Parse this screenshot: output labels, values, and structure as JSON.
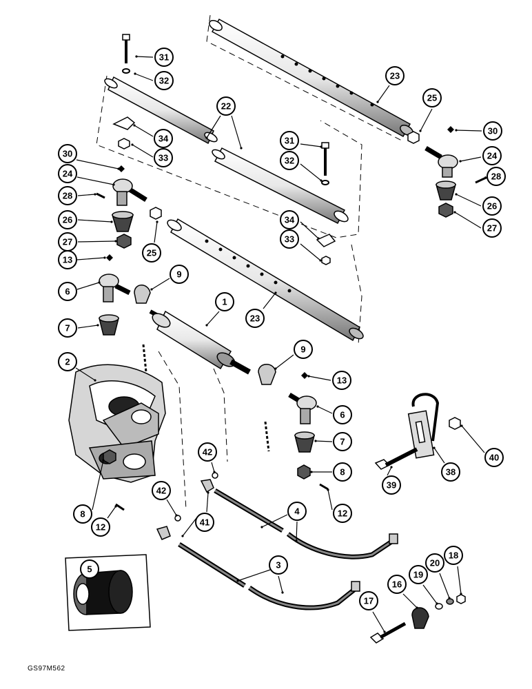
{
  "figure_code": "GS97M562",
  "callouts": [
    {
      "id": "c31a",
      "label": "31"
    },
    {
      "id": "c32a",
      "label": "32"
    },
    {
      "id": "c23a",
      "label": "23"
    },
    {
      "id": "c22",
      "label": "22"
    },
    {
      "id": "c25a",
      "label": "25"
    },
    {
      "id": "c30a",
      "label": "30"
    },
    {
      "id": "c34a",
      "label": "34"
    },
    {
      "id": "c33a",
      "label": "33"
    },
    {
      "id": "c31b",
      "label": "31"
    },
    {
      "id": "c32b",
      "label": "32"
    },
    {
      "id": "c24a",
      "label": "24"
    },
    {
      "id": "c28a",
      "label": "28"
    },
    {
      "id": "c30b",
      "label": "30"
    },
    {
      "id": "c24b",
      "label": "24"
    },
    {
      "id": "c28b",
      "label": "28"
    },
    {
      "id": "c26a",
      "label": "26"
    },
    {
      "id": "c27a",
      "label": "27"
    },
    {
      "id": "c26b",
      "label": "26"
    },
    {
      "id": "c27b",
      "label": "27"
    },
    {
      "id": "c34b",
      "label": "34"
    },
    {
      "id": "c33b",
      "label": "33"
    },
    {
      "id": "c13a",
      "label": "13"
    },
    {
      "id": "c25b",
      "label": "25"
    },
    {
      "id": "c9a",
      "label": "9"
    },
    {
      "id": "c6a",
      "label": "6"
    },
    {
      "id": "c1",
      "label": "1"
    },
    {
      "id": "c23b",
      "label": "23"
    },
    {
      "id": "c7a",
      "label": "7"
    },
    {
      "id": "c2",
      "label": "2"
    },
    {
      "id": "c9b",
      "label": "9"
    },
    {
      "id": "c13b",
      "label": "13"
    },
    {
      "id": "c6b",
      "label": "6"
    },
    {
      "id": "c7b",
      "label": "7"
    },
    {
      "id": "c42a",
      "label": "42"
    },
    {
      "id": "c40",
      "label": "40"
    },
    {
      "id": "c38",
      "label": "38"
    },
    {
      "id": "c39",
      "label": "39"
    },
    {
      "id": "c8a",
      "label": "8"
    },
    {
      "id": "c42b",
      "label": "42"
    },
    {
      "id": "c41",
      "label": "41"
    },
    {
      "id": "c4",
      "label": "4"
    },
    {
      "id": "c12a",
      "label": "12"
    },
    {
      "id": "c8b",
      "label": "8"
    },
    {
      "id": "c12b",
      "label": "12"
    },
    {
      "id": "c5",
      "label": "5"
    },
    {
      "id": "c3",
      "label": "3"
    },
    {
      "id": "c18",
      "label": "18"
    },
    {
      "id": "c20",
      "label": "20"
    },
    {
      "id": "c19",
      "label": "19"
    },
    {
      "id": "c16",
      "label": "16"
    },
    {
      "id": "c17",
      "label": "17"
    }
  ]
}
